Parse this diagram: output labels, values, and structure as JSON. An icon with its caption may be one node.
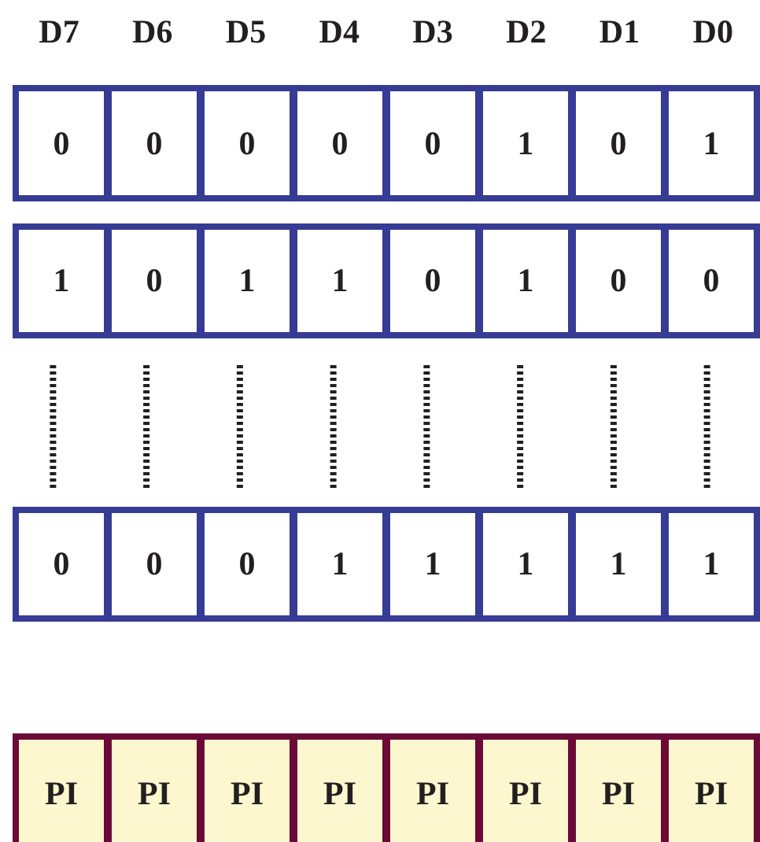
{
  "diagram": {
    "nodes": [
      {
        "text": [],
        "shape": "box"
      },
      {
        "text": [
          "0"
        ],
        "in": 0
      },
      {
        "text": [
          "0"
        ],
        "in": 0
      },
      {
        "text": [
          "0"
        ],
        "in": 0
      },
      {
        "text": [
          "0"
        ],
        "in": 0
      },
      {
        "text": [
          "0"
        ],
        "in": 0
      },
      {
        "text": [
          "1"
        ],
        "in": 0
      },
      {
        "text": [
          "0"
        ],
        "in": 0
      },
      {
        "text": [
          "1"
        ],
        "in": 0
      },
      {
        "text": [],
        "shape": "box"
      },
      {
        "text": [
          "1"
        ],
        "in": 9
      },
      {
        "text": [
          "0"
        ],
        "in": 9
      },
      {
        "text": [
          "1"
        ],
        "in": 9
      },
      {
        "text": [
          "1"
        ],
        "in": 9
      },
      {
        "text": [
          "0"
        ],
        "in": 9
      },
      {
        "text": [
          "1"
        ],
        "in": 9
      },
      {
        "text": [
          "0"
        ],
        "in": 9
      },
      {
        "text": [
          "0"
        ],
        "in": 9
      },
      {
        "text": [],
        "shape": "box"
      },
      {
        "text": [
          "0"
        ],
        "in": 18
      },
      {
        "text": [
          "0"
        ],
        "in": 18
      },
      {
        "text": [
          "0"
        ],
        "in": 18
      },
      {
        "text": [
          "1"
        ],
        "in": 18
      },
      {
        "text": [
          "1"
        ],
        "in": 18
      },
      {
        "text": [
          "1"
        ],
        "in": 18
      },
      {
        "text": [
          "1"
        ],
        "in": 18
      },
      {
        "text": [
          "1"
        ],
        "in": 18
      },
      {
        "text": [],
        "shape": "box"
      },
      {
        "text": [
          "PI"
        ],
        "in": 27
      },
      {
        "text": [
          "PI"
        ],
        "in": 27
      },
      {
        "text": [
          "PI"
        ],
        "in": 27
      },
      {
        "text": [
          "PI"
        ],
        "in": 27
      },
      {
        "text": [
          "PI"
        ],
        "in": 27
      },
      {
        "text": [
          "PI"
        ],
        "in": 27
      },
      {
        "text": [
          "PI"
        ],
        "in": 27
      },
      {
        "text": [
          "PI"
        ],
        "in": 27
      }
    ],
    "labels": [
      "D7",
      "D6",
      "D5",
      "D4",
      "D3",
      "D2",
      "D1",
      "D0"
    ]
  }
}
